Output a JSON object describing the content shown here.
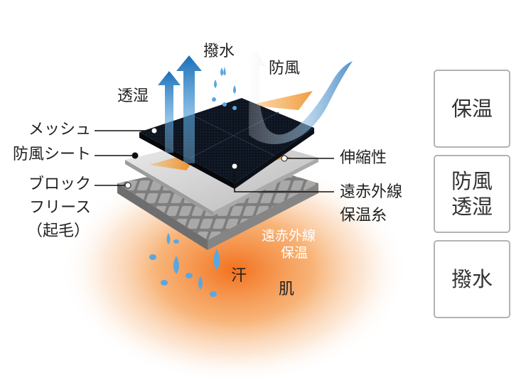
{
  "labels": {
    "hassui": "撥水",
    "bofu_top": "防風",
    "toshitsu_top": "透湿",
    "mesh": "メッシュ",
    "bofu_sheet": "防風シート",
    "block_fleece_1": "ブロック",
    "block_fleece_2": "フリース",
    "block_fleece_3": "（起毛）",
    "shinshuku": "伸縮性",
    "enseki_ito_1": "遠赤外線",
    "enseki_ito_2": "保温糸",
    "enseki_hoon_1": "遠赤外線",
    "enseki_hoon_2": "保温",
    "ase": "汗",
    "hada": "肌"
  },
  "features": [
    {
      "line1": "保温",
      "line2": ""
    },
    {
      "line1": "防風",
      "line2": "透湿"
    },
    {
      "line1": "撥水",
      "line2": ""
    }
  ],
  "colors": {
    "mesh": "#0d1420",
    "sheet": "#d8d8d8",
    "fleece": "#9a9a9a",
    "warm": "#f07a1e",
    "arrow_blue": "#1e7fc4",
    "wind_arrow": "#4a8fc8",
    "drop": "#5aa7e0"
  }
}
